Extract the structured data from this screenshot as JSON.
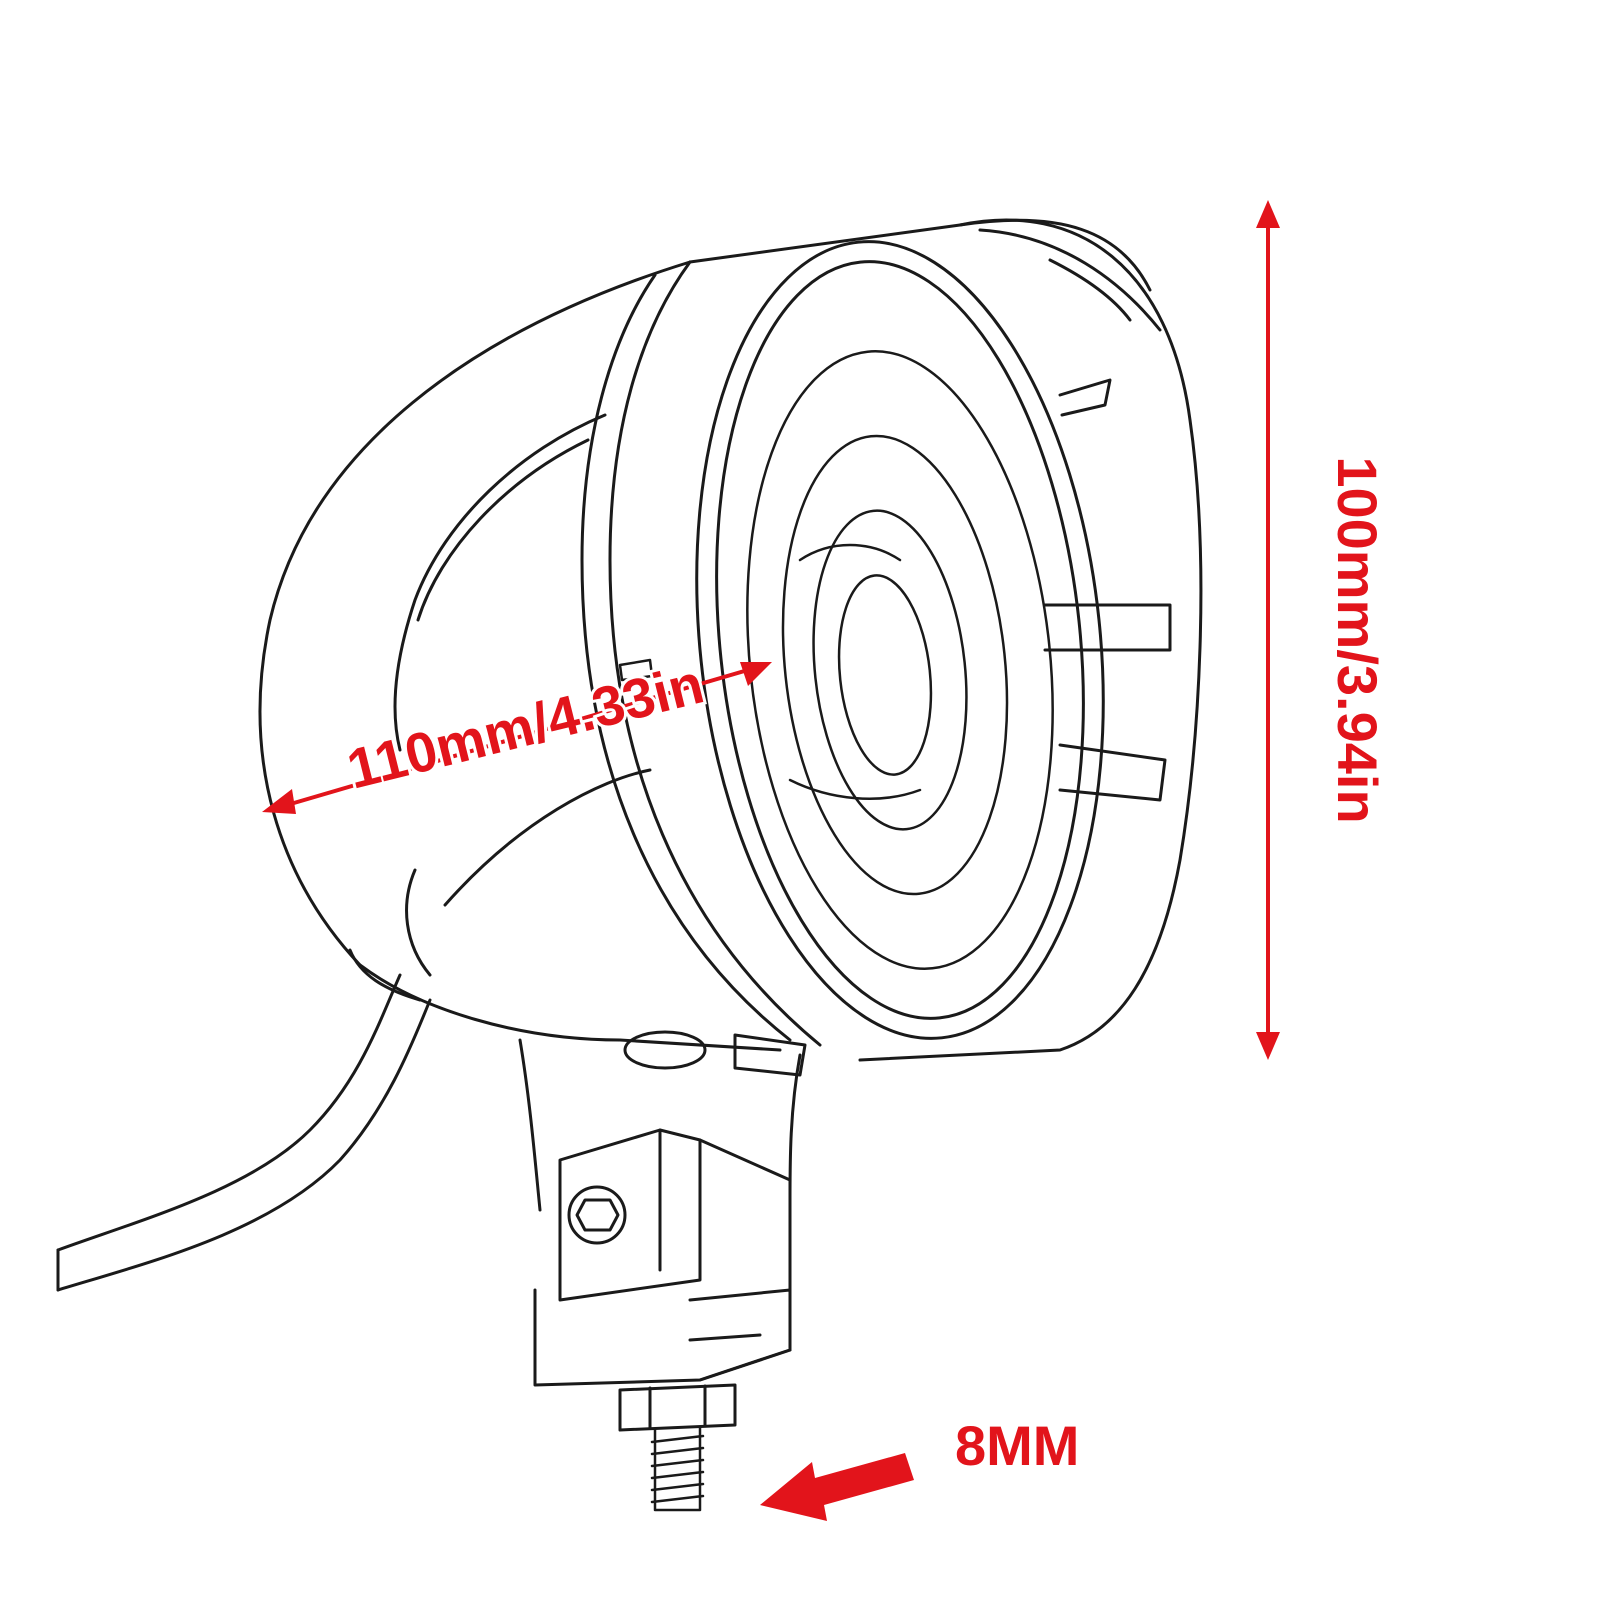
{
  "colors": {
    "annotation": "#e2141b",
    "outline": "#1a1a1a",
    "background": "#ffffff"
  },
  "dimensions": {
    "width_label": "110mm/4.33in",
    "height_label": "100mm/3.94in",
    "bolt_label": "8MM"
  }
}
